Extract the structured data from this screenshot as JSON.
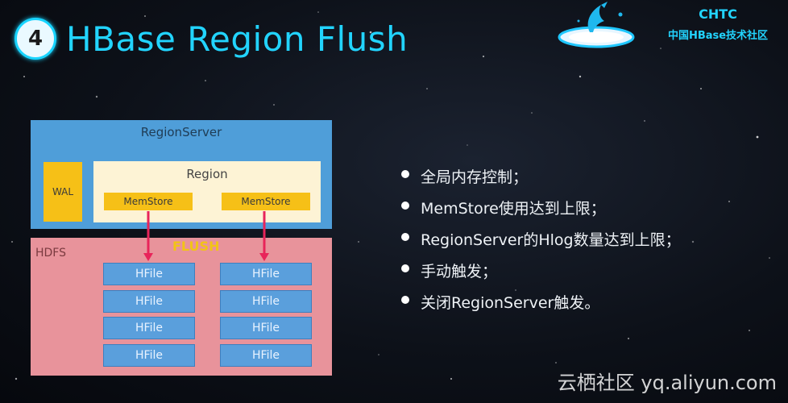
{
  "slide": {
    "number": "4",
    "title": "HBase Region Flush"
  },
  "org": {
    "name": "CHTC",
    "subtitle": "中国HBase技术社区"
  },
  "diagram": {
    "region_server": "RegionServer",
    "wal": "WAL",
    "region": "Region",
    "memstores": [
      "MemStore",
      "MemStore"
    ],
    "hdfs": "HDFS",
    "flush": "FLUSH",
    "hfile_label": "HFile"
  },
  "bullets": [
    "全局内存控制；",
    "MemStore使用达到上限；",
    "RegionServer的Hlog数量达到上限；",
    "手动触发；",
    "关闭RegionServer触发。"
  ],
  "watermark": "云栖社区 yq.aliyun.com",
  "colors": {
    "accent": "#22d4ff",
    "region_server_bg": "#4f9ed9",
    "hdfs_bg": "#e8939b",
    "memstore_bg": "#f6c017",
    "arrow": "#e8245a"
  }
}
